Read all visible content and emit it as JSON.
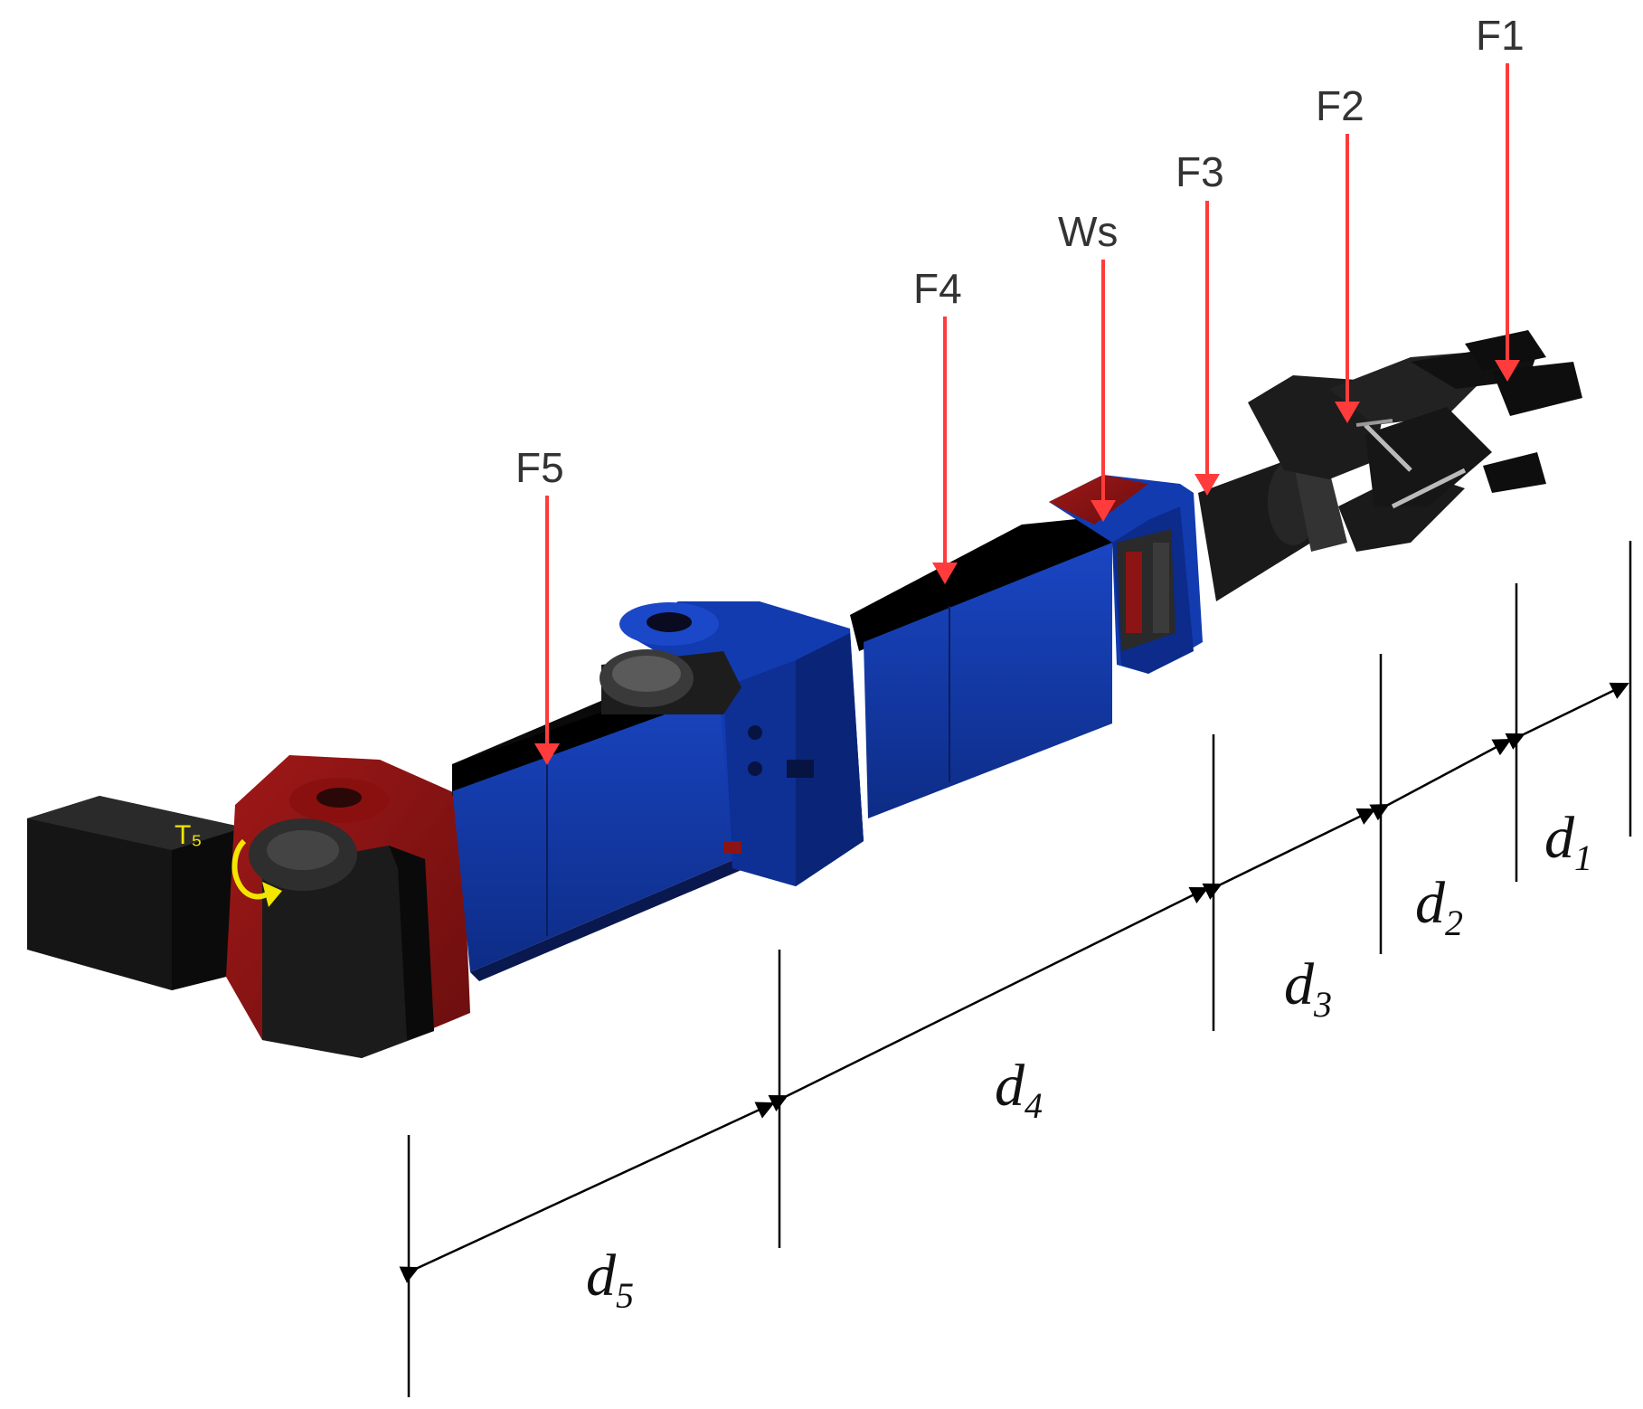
{
  "forces": [
    {
      "label": "F1"
    },
    {
      "label": "F2"
    },
    {
      "label": "F3"
    },
    {
      "label": "Ws"
    },
    {
      "label": "F4"
    },
    {
      "label": "F5"
    }
  ],
  "dimensions": [
    {
      "letter": "d",
      "sub": "1"
    },
    {
      "letter": "d",
      "sub": "2"
    },
    {
      "letter": "d",
      "sub": "3"
    },
    {
      "letter": "d",
      "sub": "4"
    },
    {
      "letter": "d",
      "sub": "5"
    }
  ],
  "torque": {
    "label": "T₅"
  },
  "colors": {
    "force_arrow": "#ff3b3b",
    "link_blue": "#123bb0",
    "joint_red": "#8c1414",
    "body_black": "#111111",
    "torque": "#f2e600"
  },
  "icons": {
    "torque": "curved-arrow-icon"
  }
}
